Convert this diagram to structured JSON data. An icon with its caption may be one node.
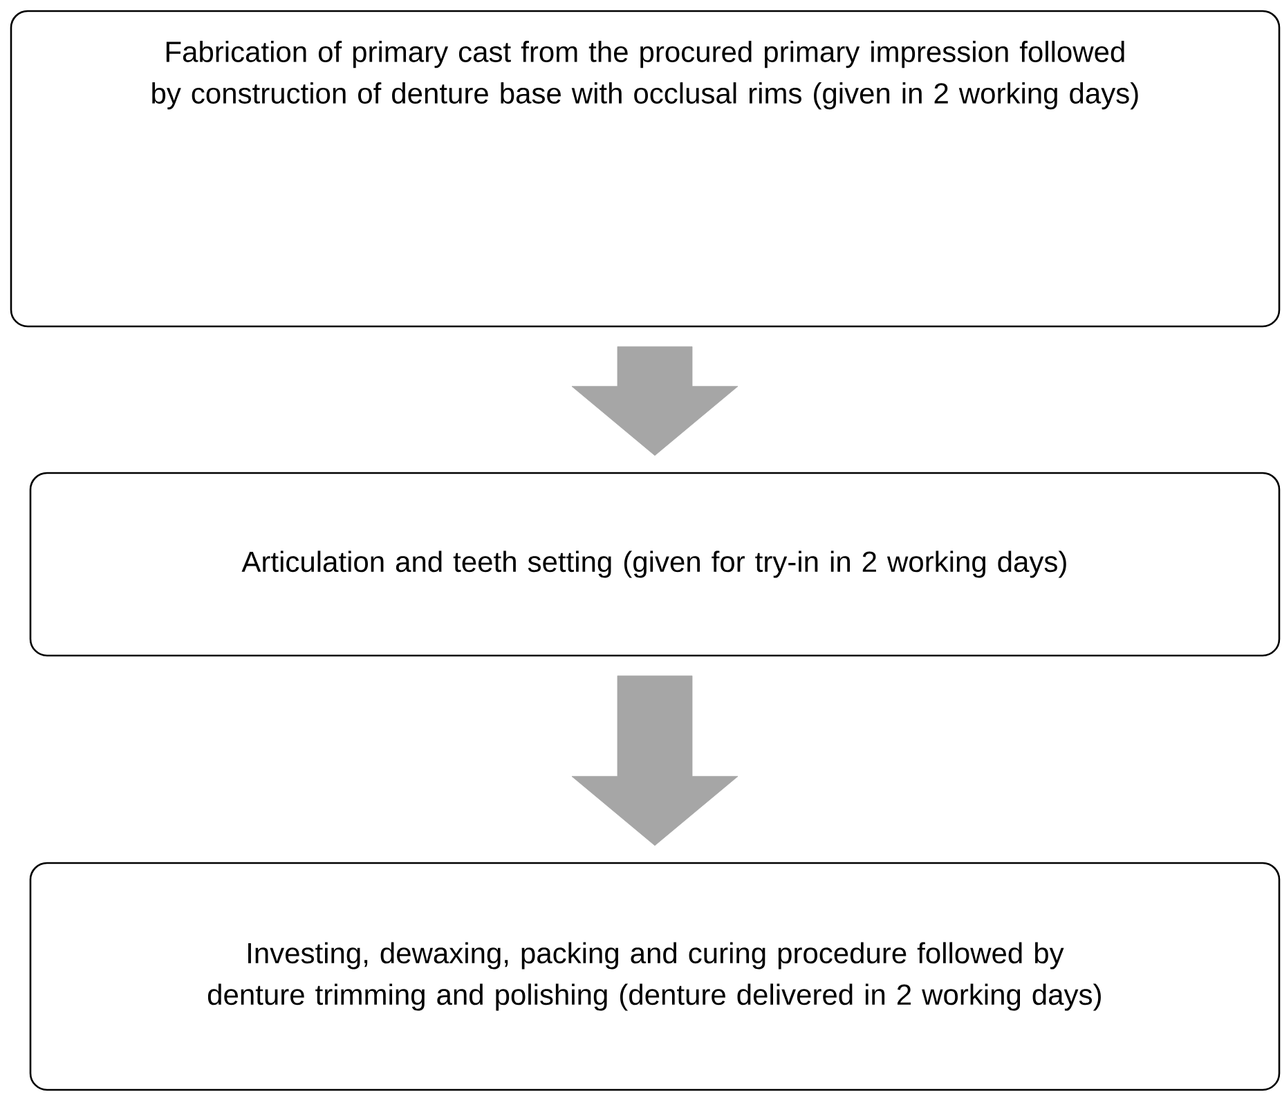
{
  "diagram": {
    "nodes": [
      {
        "text": [
          "Fabrication of primary cast from the procured primary impression followed by construction of denture base with occlusal rims (given in 2 working days)"
        ]
      },
      {
        "text": [
          "Articulation and teeth setting (given for try-in in 2 working days)"
        ]
      },
      {
        "text": [
          "Investing, dewaxing, packing and curing procedure followed by denture trimming and polishing (denture delivered in 2 working days)"
        ]
      }
    ],
    "edges": [
      {
        "from": 0,
        "to": 1,
        "arrow": "to"
      },
      {
        "from": 1,
        "to": 2,
        "arrow": "to"
      }
    ]
  }
}
